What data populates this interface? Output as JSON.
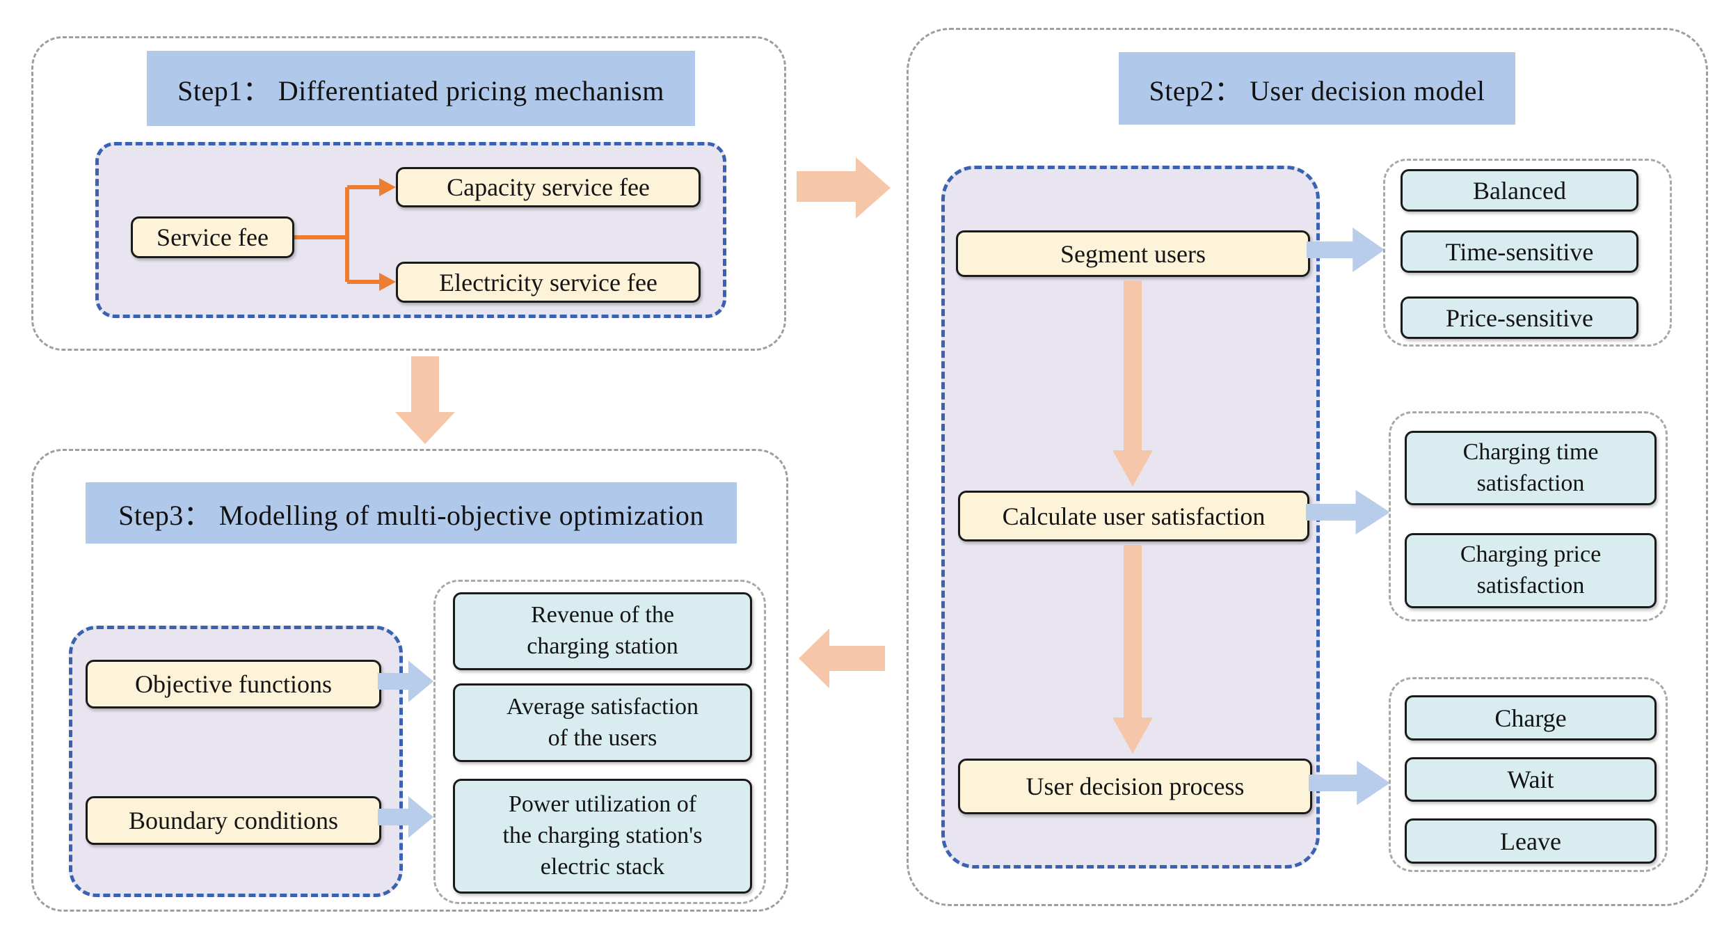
{
  "colors": {
    "title_bar": "#b0c9ea",
    "inner_panel_fill": "#e8e4f0",
    "inner_panel_border": "#3a62b0",
    "cream_box_fill": "#fdf3d8",
    "teal_box_fill": "#d9edf0",
    "box_border": "#1a1a1a",
    "outer_dashed_border": "#9e9e9e",
    "group_dashed_border": "#a8a8a8",
    "salmon_arrow": "#f6c6a9",
    "blue_arrow": "#b7cde9",
    "orange_connector": "#ed7d31"
  },
  "step1": {
    "title": "Step1： Differentiated pricing mechanism",
    "root": "Service fee",
    "children": [
      "Capacity service fee",
      "Electricity service fee"
    ]
  },
  "step2": {
    "title": "Step2： User decision model",
    "process_boxes": [
      "Segment users",
      "Calculate user satisfaction",
      "User decision process"
    ],
    "groups": [
      {
        "items": [
          "Balanced",
          "Time-sensitive",
          "Price-sensitive"
        ]
      },
      {
        "items": [
          "Charging time\nsatisfaction",
          "Charging price\nsatisfaction"
        ]
      },
      {
        "items": [
          "Charge",
          "Wait",
          "Leave"
        ]
      }
    ]
  },
  "step3": {
    "title": "Step3： Modelling of multi-objective optimization",
    "inputs": [
      "Objective functions",
      "Boundary conditions"
    ],
    "outputs": [
      "Revenue of the\ncharging station",
      "Average satisfaction\nof the users",
      "Power utilization of\nthe charging station's\nelectric stack"
    ]
  },
  "arrows": {
    "step1_to_step2": "right",
    "step1_to_step3": "down",
    "step2_to_step3": "left"
  }
}
